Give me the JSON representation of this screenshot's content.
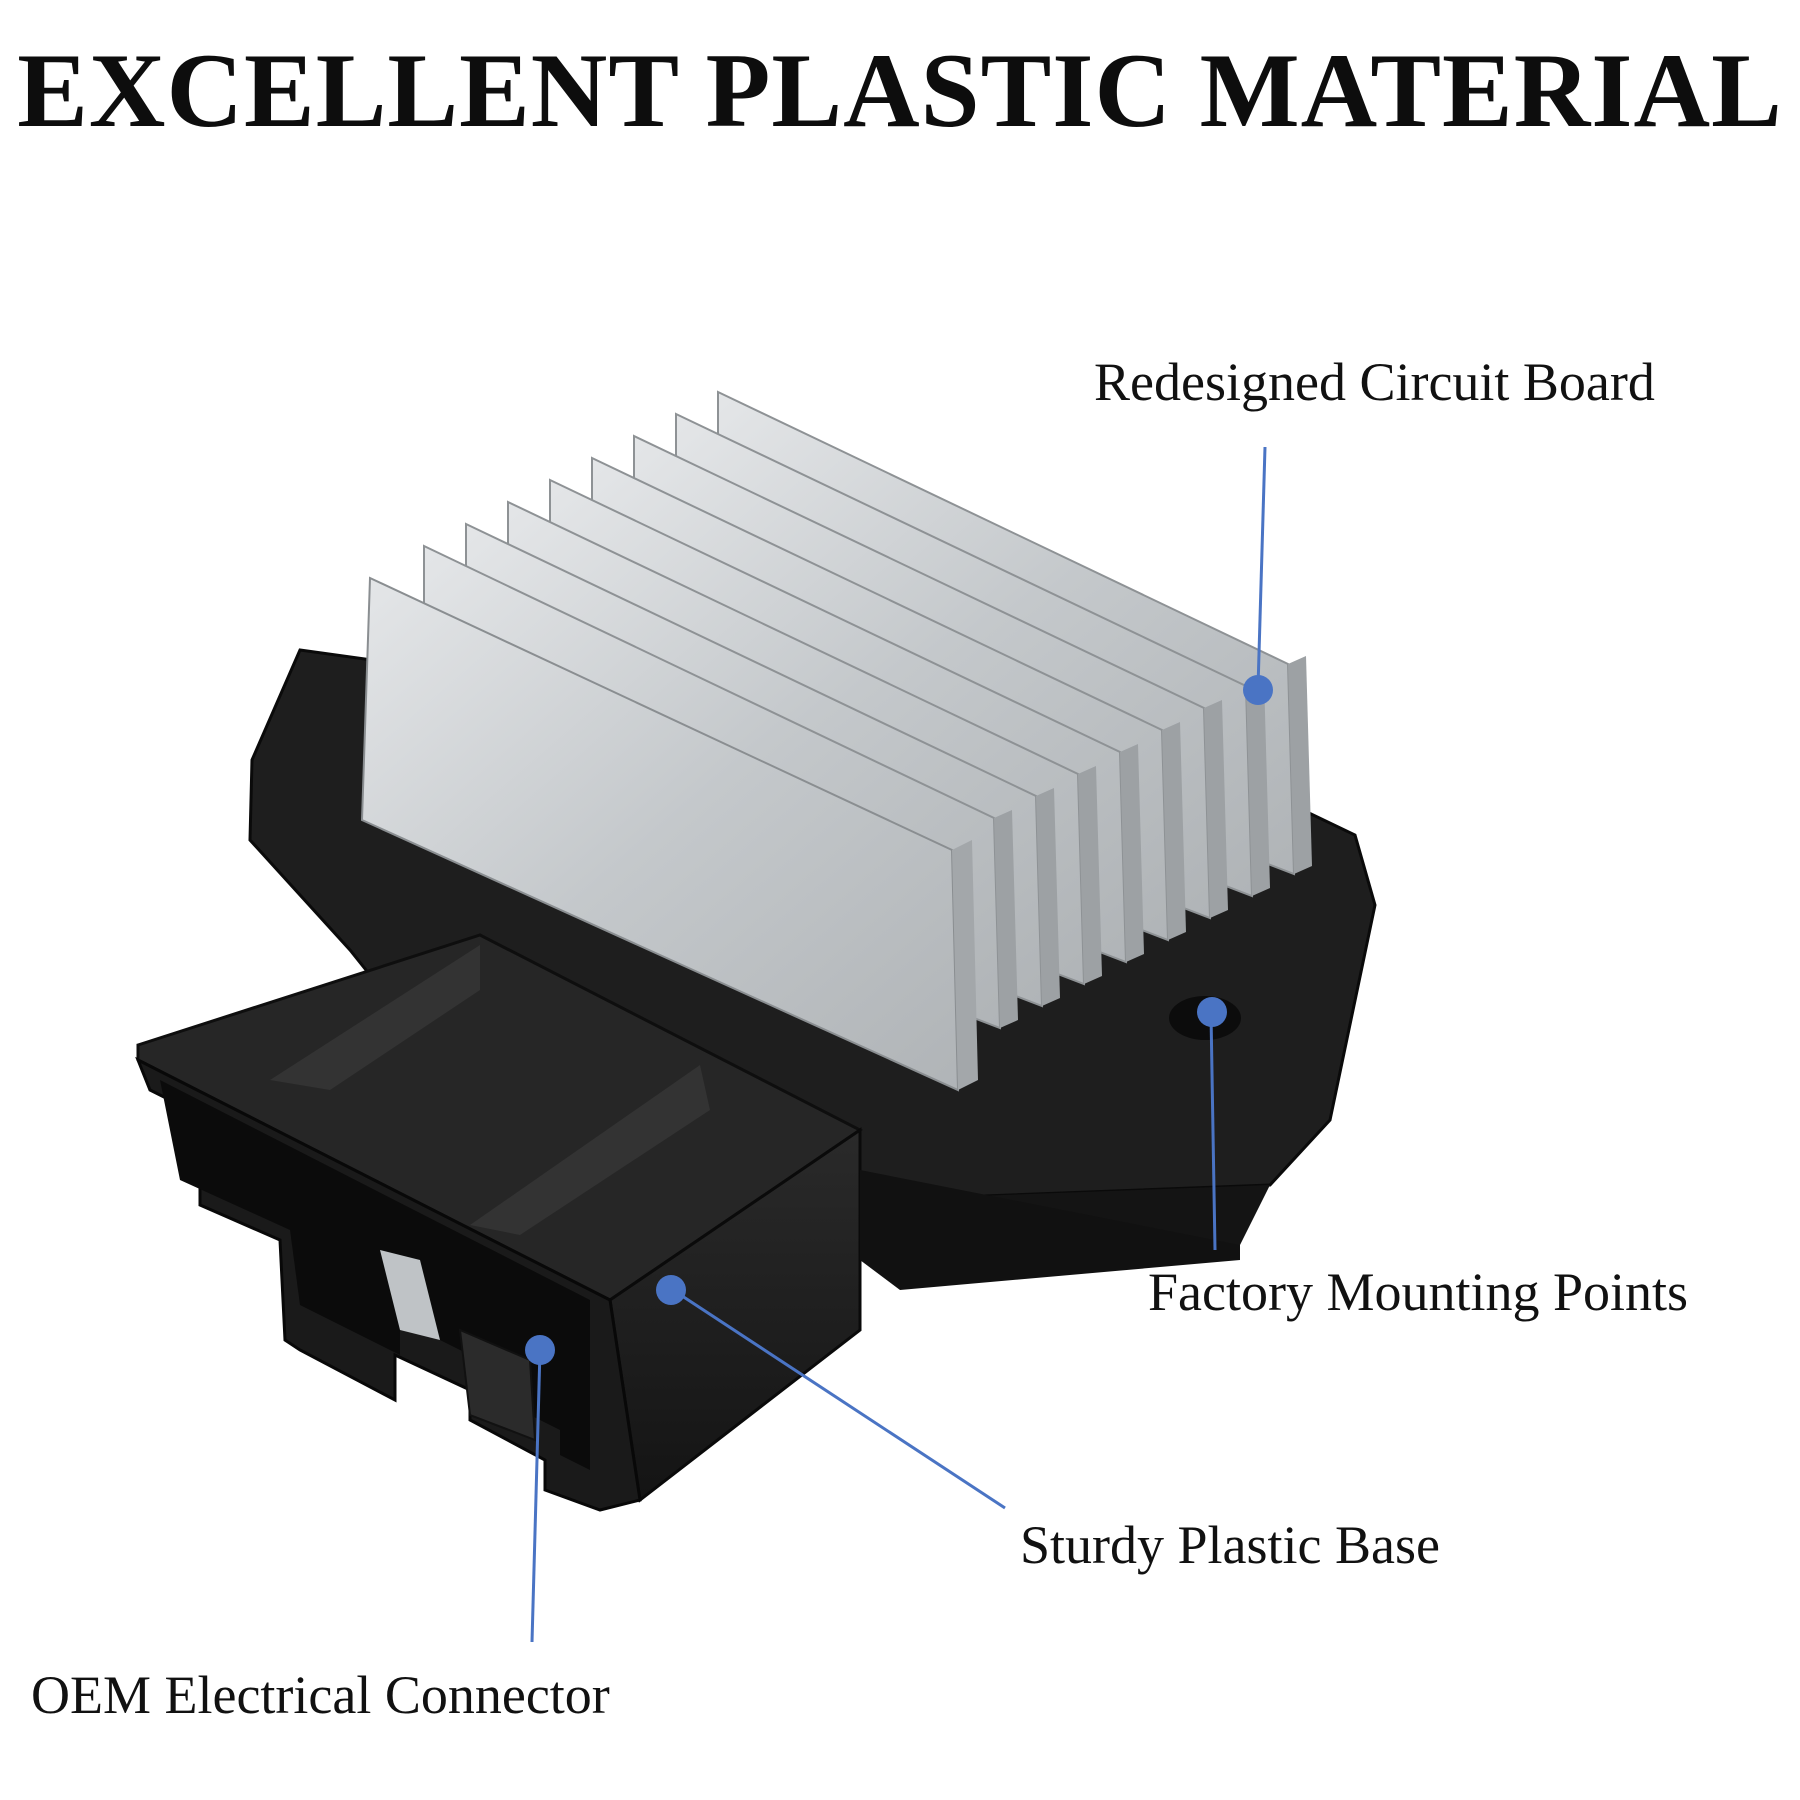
{
  "title": "EXCELLENT PLASTIC MATERIAL",
  "callouts": {
    "circuit_board": "Redesigned Circuit Board",
    "mounting_points": "Factory Mounting Points",
    "plastic_base": "Sturdy Plastic Base",
    "electrical_connector": "OEM Electrical Connector"
  },
  "colors": {
    "callout_line": "#4a74c4",
    "plastic": "#1c1c1c",
    "heatsink": "#c9cdd0"
  }
}
